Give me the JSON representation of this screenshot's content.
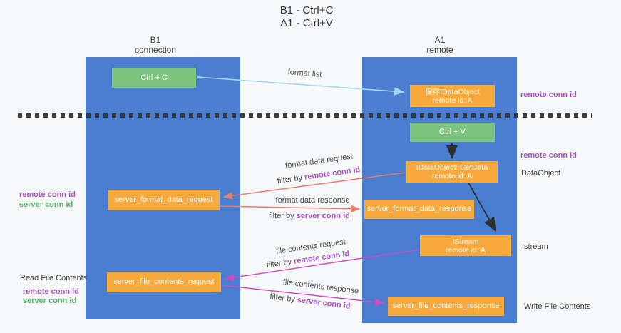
{
  "title": {
    "line1": "B1 - Ctrl+C",
    "line2": "A1 - Ctrl+V"
  },
  "lanes": {
    "left": {
      "title": "B1",
      "subtitle": "connection"
    },
    "right": {
      "title": "A1",
      "subtitle": "remote"
    }
  },
  "nodes": {
    "ctrl_c": {
      "label": "Ctrl + C"
    },
    "save_idataobject": {
      "line1": "保存IDataObject",
      "line2": "remote id: A"
    },
    "ctrl_v": {
      "label": "Ctrl + V"
    },
    "idataobject_getdata": {
      "line1": "IDataObject::GetData",
      "line2": "remote id: A"
    },
    "server_format_data_request": {
      "label": "server_format_data_request"
    },
    "server_format_data_response": {
      "label": "server_format_data_response"
    },
    "istream": {
      "line1": "IStream",
      "line2": "remote id: A"
    },
    "server_file_contents_request": {
      "label": "server_file_contents_request"
    },
    "server_file_contents_response": {
      "label": "server_file_contents_response"
    }
  },
  "edge_labels": {
    "format_list": "format list",
    "format_data_request": "format data request",
    "format_data_response": "format data response",
    "file_contents_request": "file contents request",
    "file_contents_response": "file contents response",
    "filter_by": "filter by",
    "remote_conn_id": "remote conn id",
    "server_conn_id": "server conn id"
  },
  "side_labels": {
    "remote_conn_id": "remote conn id",
    "server_conn_id": "server conn id",
    "read_file_contents": "Read File Contents",
    "write_file_contents": "Write File Contents",
    "dataobject": "DataObject",
    "istream": "Istream"
  },
  "colors": {
    "lane_blue": "#4a7ed1",
    "box_orange": "#f8a93c",
    "box_green": "#7dc57f",
    "arrow_light_blue": "#a9d7f2",
    "arrow_salmon": "#e87d72",
    "arrow_magenta": "#cb4fc3",
    "arrow_black": "#2f2f2f",
    "text_purple": "#a653c1",
    "text_green": "#57b263",
    "dashed_line": "#383838"
  }
}
